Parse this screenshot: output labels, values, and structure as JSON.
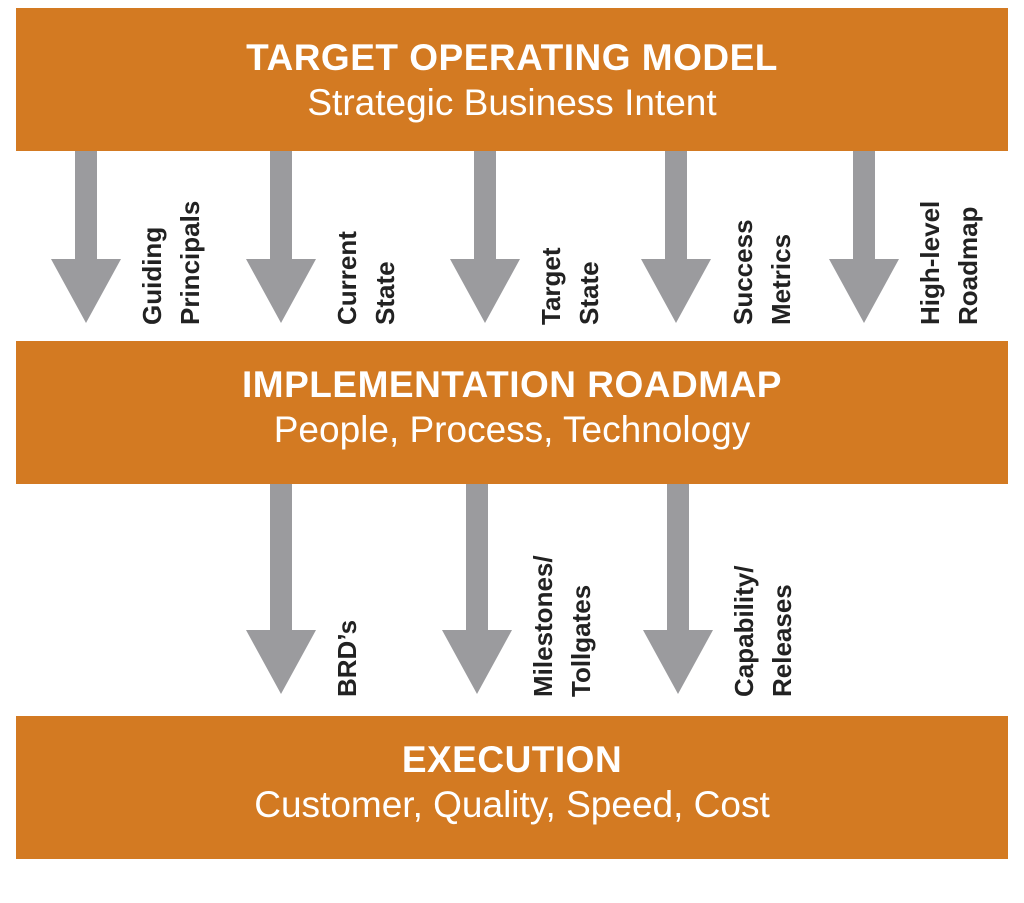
{
  "colors": {
    "band": "#D37A22",
    "arrow": "#9B9B9E",
    "band_text": "#FFFFFF",
    "label_text": "#222222"
  },
  "bands": {
    "top": {
      "title": "TARGET OPERATING MODEL",
      "subtitle": "Strategic Business Intent"
    },
    "middle": {
      "title": "IMPLEMENTATION ROADMAP",
      "subtitle": "People, Process, Technology"
    },
    "bottom": {
      "title": "EXECUTION",
      "subtitle": "Customer, Quality, Speed, Cost"
    }
  },
  "top_arrows": [
    {
      "line1": "Guiding",
      "line2": "Principals"
    },
    {
      "line1": "Current",
      "line2": "State"
    },
    {
      "line1": "Target",
      "line2": "State"
    },
    {
      "line1": "Success",
      "line2": "Metrics"
    },
    {
      "line1": "High-level",
      "line2": "Roadmap"
    }
  ],
  "bottom_arrows": [
    {
      "line1": "BRD’s"
    },
    {
      "line1": "Milestones/",
      "line2": "Tollgates"
    },
    {
      "line1": "Capability/",
      "line2": "Releases"
    }
  ]
}
